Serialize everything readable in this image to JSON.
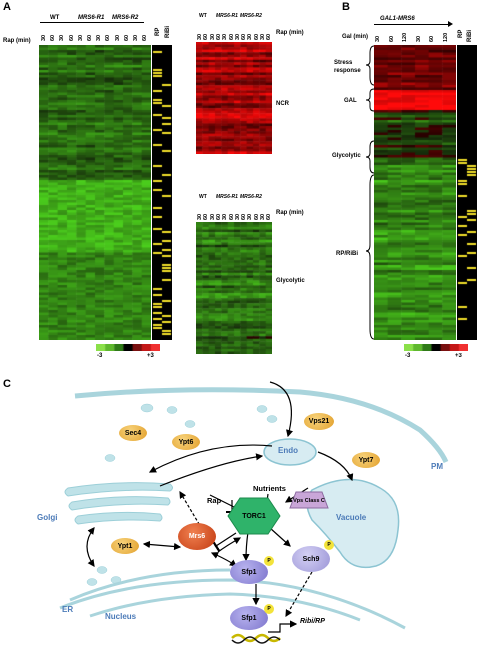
{
  "panels": {
    "a": "A",
    "b": "B",
    "c": "C"
  },
  "panelA": {
    "strains": [
      "WT",
      "MRS6-R1",
      "MRS6-R2"
    ],
    "rap_label": "Rap (min)",
    "timepoints": [
      "30",
      "60",
      "30",
      "60",
      "30",
      "60",
      "30",
      "60",
      "30",
      "60",
      "30",
      "60"
    ],
    "side_cols": [
      "RP",
      "RiBi"
    ],
    "sub_labels": [
      "NCR",
      "Glycolytic"
    ],
    "scale": {
      "low": "-3",
      "high": "+3"
    }
  },
  "panelB": {
    "strain": "GAL1-MRS6",
    "gal_label": "Gal (min)",
    "timepoints": [
      "30",
      "60",
      "120",
      "30",
      "60",
      "120"
    ],
    "groups": [
      "Stress response",
      "GAL",
      "Glycolytic",
      "RP/RiBi"
    ],
    "side_cols": [
      "RP",
      "RiBi"
    ],
    "scale": {
      "low": "-3",
      "high": "+3"
    }
  },
  "panelC": {
    "compartments": {
      "pm": "PM",
      "golgi": "Golgi",
      "er": "ER",
      "nucleus": "Nucleus",
      "vacuole": "Vacuole",
      "endo": "Endo"
    },
    "proteins": {
      "sec4": "Sec4",
      "ypt6": "Ypt6",
      "vps21": "Vps21",
      "ypt7": "Ypt7",
      "ypt1": "Ypt1",
      "mrs6": "Mrs6",
      "vps_class_c": "Vps Class C",
      "torc1": "TORC1",
      "sfp1": "Sfp1",
      "sch9": "Sch9",
      "p": "P"
    },
    "signals": {
      "rap": "Rap",
      "nutrients": "Nutrients"
    },
    "target_genes": "Ribi/RP"
  },
  "colors": {
    "green": "#6fbf2e",
    "red": "#e01818",
    "black": "#000000",
    "torc1": "#2fb36a",
    "mrs6": "#d0481e",
    "ypt": "#e8a82a",
    "sfp1": "#8c86d8",
    "membrane": "#a9d4dc"
  }
}
